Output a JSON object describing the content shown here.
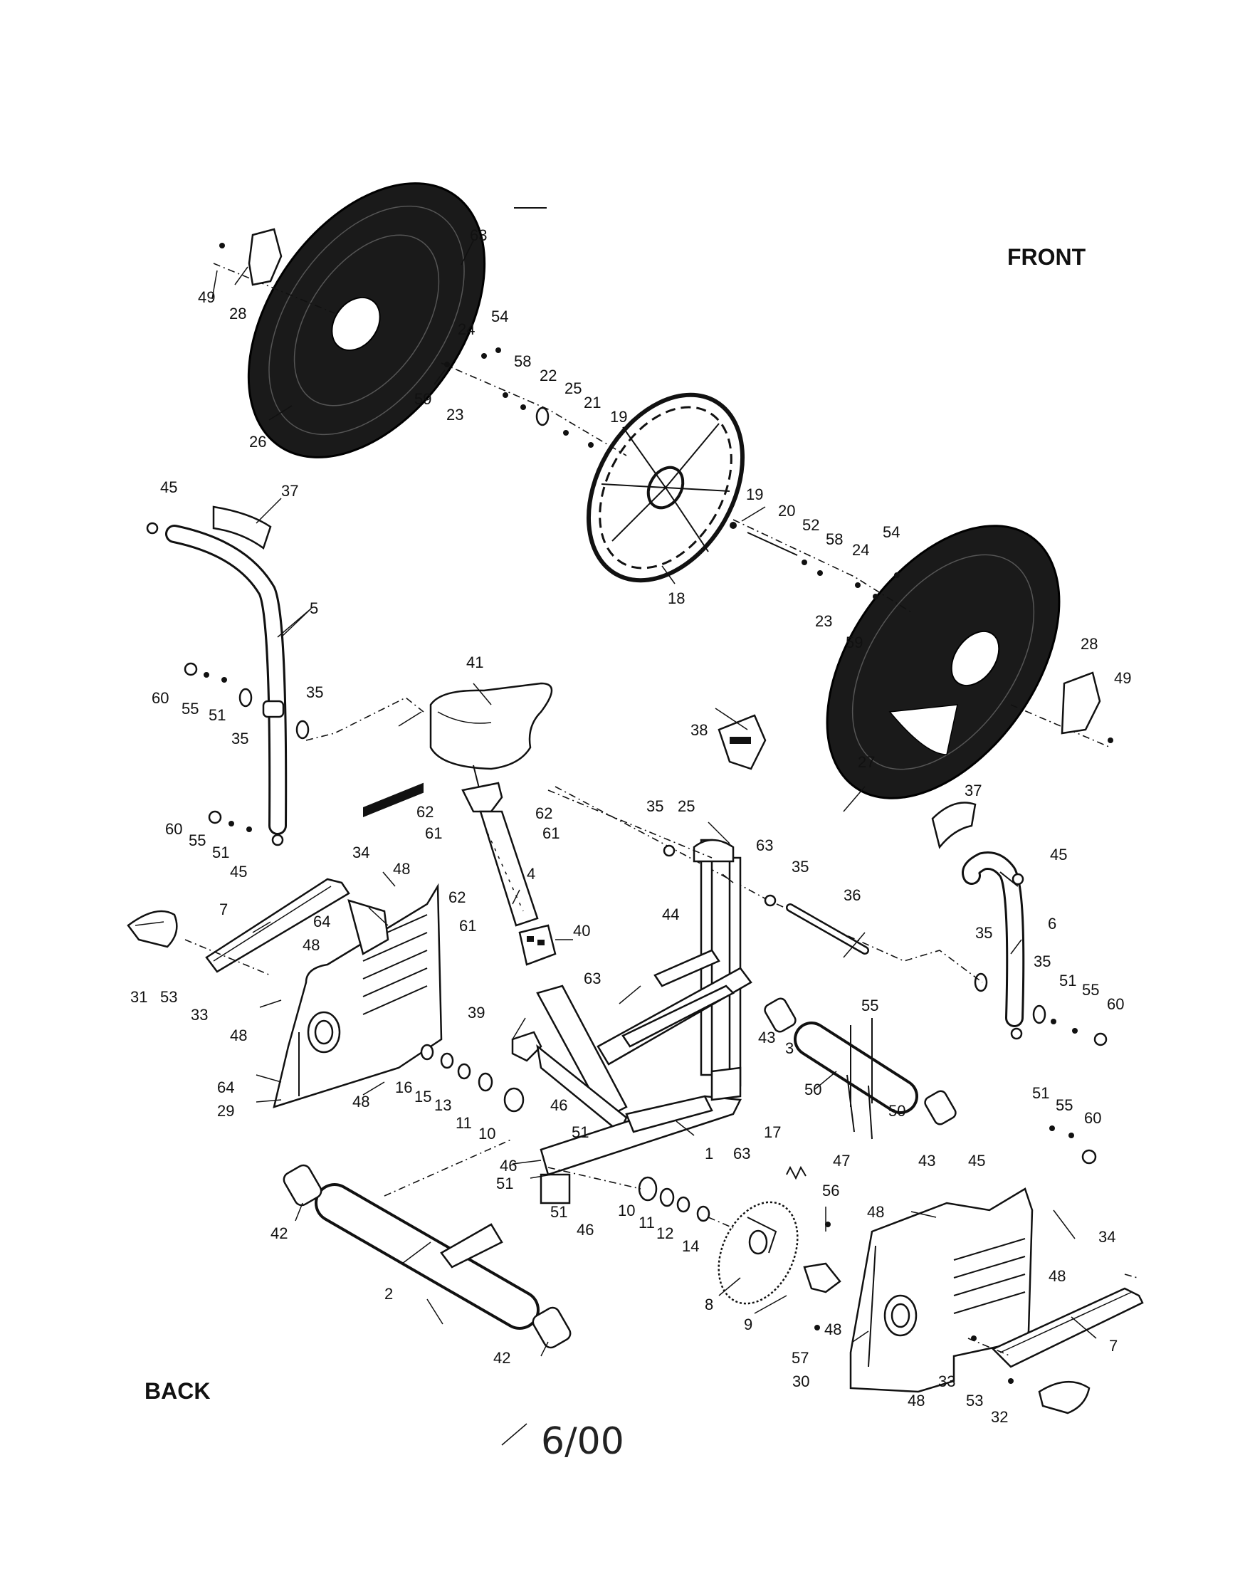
{
  "header": {
    "front_label": "FRONT"
  },
  "footer": {
    "back_label": "BACK",
    "revision": "6/00"
  },
  "callouts": {
    "n1": "1",
    "n2": "2",
    "n3": "3",
    "n4": "4",
    "n5": "5",
    "n6": "6",
    "n7": "7",
    "n8": "8",
    "n9": "9",
    "n10": "10",
    "n11": "11",
    "n12": "12",
    "n13": "13",
    "n14": "14",
    "n15": "15",
    "n16": "16",
    "n17": "17",
    "n18": "18",
    "n19": "19",
    "n20": "20",
    "n21": "21",
    "n22": "22",
    "n23": "23",
    "n24": "24",
    "n25": "25",
    "n26": "26",
    "n27": "27",
    "n28": "28",
    "n29": "29",
    "n30": "30",
    "n31": "31",
    "n32": "32",
    "n33": "33",
    "n34": "34",
    "n35": "35",
    "n36": "36",
    "n37": "37",
    "n38": "38",
    "n39": "39",
    "n40": "40",
    "n41": "41",
    "n42": "42",
    "n43": "43",
    "n44": "44",
    "n45": "45",
    "n46": "46",
    "n47": "47",
    "n48": "48",
    "n49": "49",
    "n50": "50",
    "n51": "51",
    "n52": "52",
    "n53": "53",
    "n54": "54",
    "n55": "55",
    "n56": "56",
    "n57": "57",
    "n58": "58",
    "n59": "59",
    "n60": "60",
    "n61": "61",
    "n62": "62",
    "n63": "63",
    "n64": "64"
  }
}
